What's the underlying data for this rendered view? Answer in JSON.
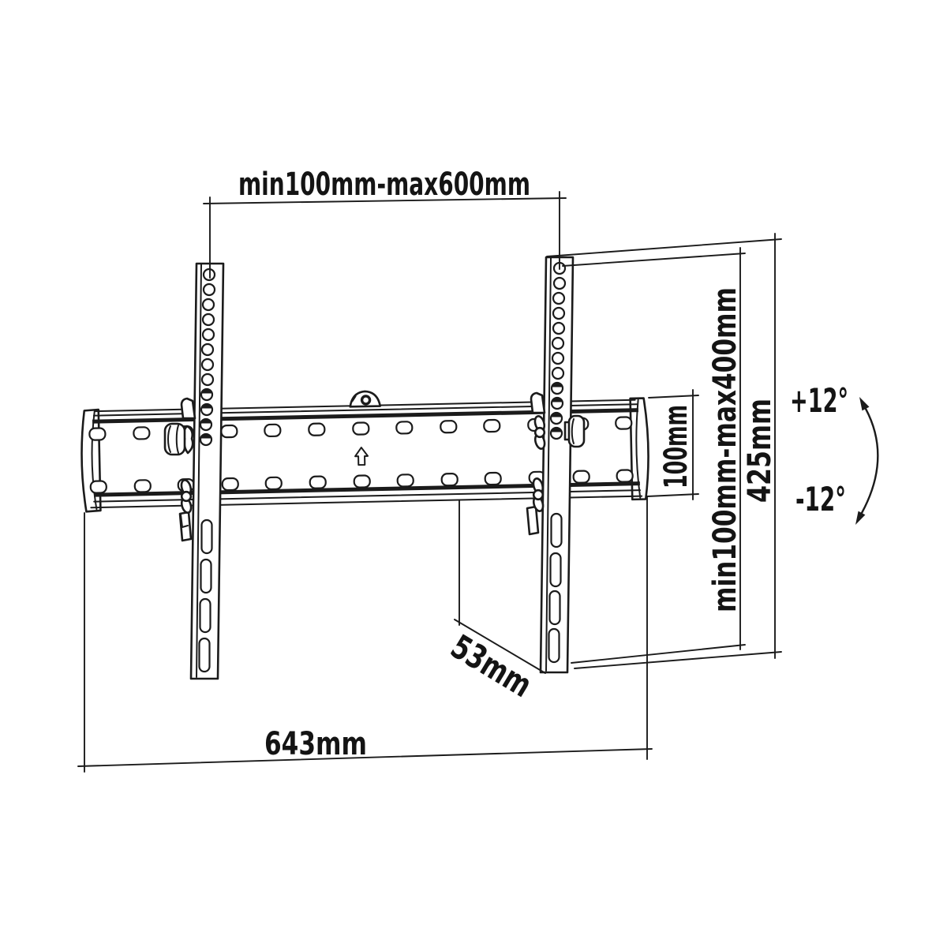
{
  "diagram": {
    "type": "technical-drawing",
    "subject": "Tilting TV wall mount bracket - dimensional diagram",
    "colors": {
      "line": "#1b1b1b",
      "background": "#ffffff",
      "text": "#141414"
    },
    "labels": {
      "top_span": "min100mm-max600mm",
      "vesa_vertical_range": "min100mm-max400mm",
      "bracket_total_height": "425mm",
      "rail_face_height": "100mm",
      "mount_depth": "53mm",
      "rail_total_width": "643mm",
      "tilt_up": "+12°",
      "tilt_down": "-12°"
    }
  }
}
